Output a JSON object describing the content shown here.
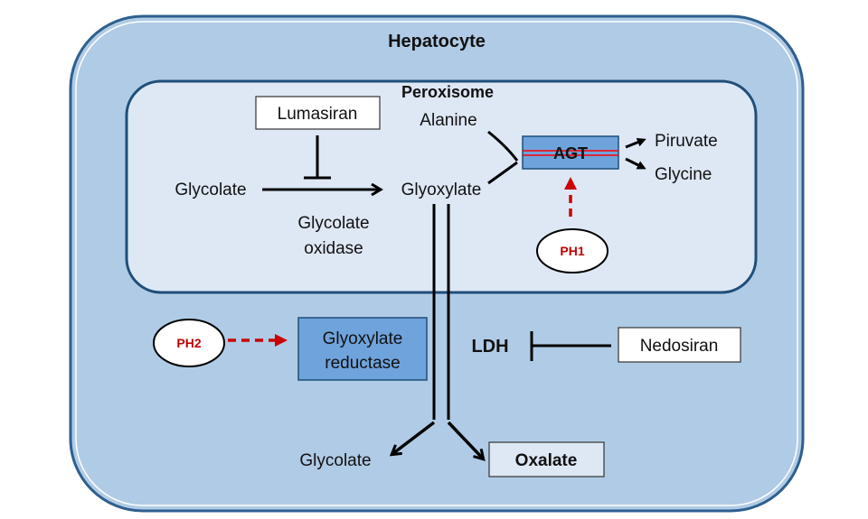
{
  "colors": {
    "cell_fill": "#b0cbe5",
    "cell_stroke": "#2e5f8f",
    "peroxisome_fill": "#dde8f4",
    "peroxisome_stroke": "#1f4e79",
    "enzyme_box_fill": "#6fa3dc",
    "inhibitor_line": "#000000",
    "defect_arrow": "#cc0000",
    "agt_red_line": "#ff0000"
  },
  "cell": {
    "title": "Hepatocyte"
  },
  "peroxisome": {
    "title": "Peroxisome"
  },
  "nodes": {
    "lumasiran": "Lumasiran",
    "alanine": "Alanine",
    "agt": "AGT",
    "piruvate": "Piruvate",
    "glycine": "Glycine",
    "glycolate_top": "Glycolate",
    "glyoxylate": "Glyoxylate",
    "glycolate_oxidase_line1": "Glycolate",
    "glycolate_oxidase_line2": "oxidase",
    "ph1": "PH1",
    "ph2": "PH2",
    "glyoxylate_reductase_line1": "Glyoxylate",
    "glyoxylate_reductase_line2": "reductase",
    "ldh": "LDH",
    "nedosiran": "Nedosiran",
    "glycolate_bottom": "Glycolate",
    "oxalate": "Oxalate"
  }
}
